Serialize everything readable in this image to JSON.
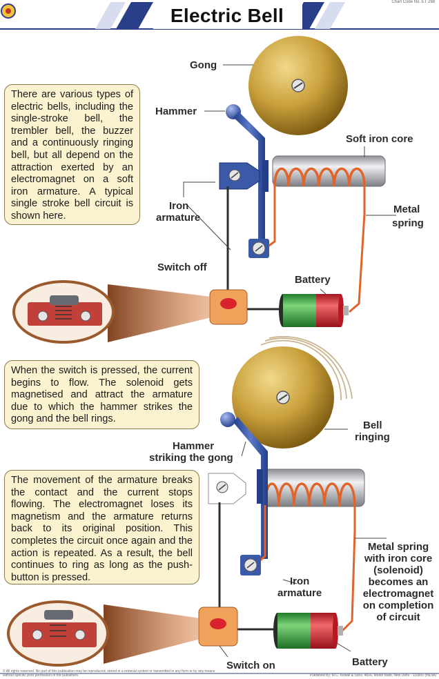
{
  "header": {
    "title": "Electric Bell",
    "chart_code": "Chart Code No. ET 298"
  },
  "text_boxes": {
    "intro": "There are various types of electric bells, including the single-stroke bell, the trembler bell, the buzzer and a continuously ringing bell, but all depend on the attraction exerted by an electromagnet on a soft iron armature. A typical single stroke bell circuit is shown here.",
    "pressed": "When the switch is pressed, the current begins to flow. The solenoid gets magnetised and attract the armature due to which the hammer strikes the gong and the bell rings.",
    "movement": "The movement of the armature breaks the contact and the current stops flowing. The electromagnet loses its magnetism and the armature returns back to its original position. This completes the circuit once again and the action is repeated. As a result, the bell continues to ring as long as the push-button is pressed."
  },
  "top_labels": {
    "gong": "Gong",
    "hammer": "Hammer",
    "soft_iron_core": "Soft iron core",
    "iron_armature_1": "Iron",
    "iron_armature_2": "armature",
    "metal_spring_1": "Metal",
    "metal_spring_2": "spring",
    "switch_off": "Switch off",
    "battery": "Battery"
  },
  "bottom_labels": {
    "bell_ringing_1": "Bell",
    "bell_ringing_2": "ringing",
    "hammer_strike_1": "Hammer",
    "hammer_strike_2": "striking the gong",
    "iron_armature_1": "Iron",
    "iron_armature_2": "armature",
    "solenoid_1": "Metal spring",
    "solenoid_2": "with iron core",
    "solenoid_3": "(solenoid)",
    "solenoid_4": "becomes an",
    "solenoid_5": "electromagnet",
    "solenoid_6": "on completion",
    "solenoid_7": "of circuit",
    "battery": "Battery",
    "switch_on": "Switch on"
  },
  "footer": {
    "left": "© All rights reserved. No part of this publication may be reproduced, stored in a retrieval system or transmitted in any form or by any means without specific prior permission of the publishers.",
    "right": "Published By: M.C. Kewall & Sons, 4656, Model Basti, New Delhi - 110005 (INDIA)"
  },
  "colors": {
    "gong": "#c9a03c",
    "hammer": "#3c58a8",
    "coil": "#e0642a",
    "core": "#c6c8cc",
    "box_fill": "#fbf3cf",
    "battery_green": "#3aa845",
    "battery_red": "#d8232f",
    "switch_orange": "#f0a25a",
    "ray": "#b8652e"
  }
}
